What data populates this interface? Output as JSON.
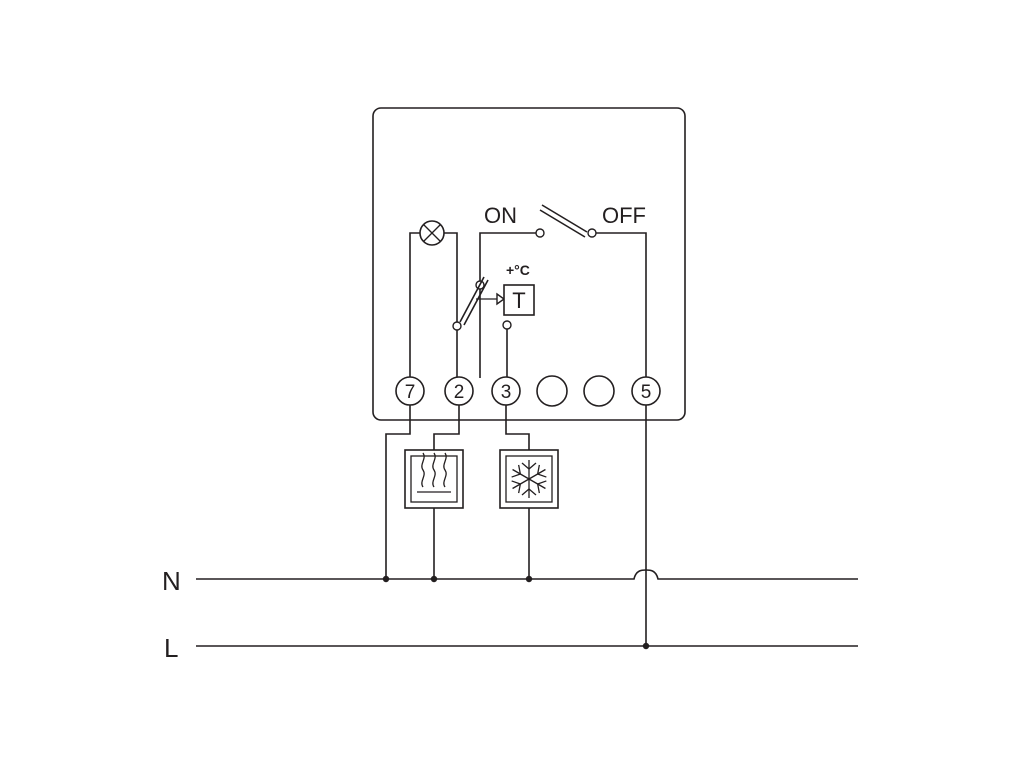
{
  "switch": {
    "on_label": "ON",
    "off_label": "OFF"
  },
  "thermostat": {
    "unit_label": "+°C",
    "symbol": "T"
  },
  "terminals": [
    "7",
    "2",
    "3",
    "",
    "",
    "5"
  ],
  "lines": {
    "neutral": "N",
    "live": "L"
  },
  "icons": {
    "lamp": "indicator-lamp-icon",
    "heater": "heater-icon",
    "cooler": "snowflake-icon"
  },
  "colors": {
    "stroke": "#231f20",
    "background": "#ffffff"
  }
}
